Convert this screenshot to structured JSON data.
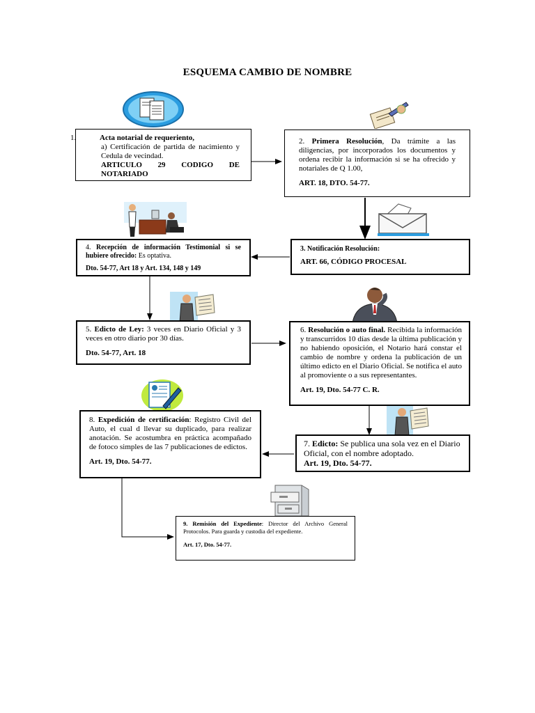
{
  "title": "ESQUEMA CAMBIO DE NOMBRE",
  "steps": {
    "s1": {
      "num": "1.",
      "lead": "Acta notarial de requeriento,",
      "body": "a) Certificación de partida de nacimiento y Cedula de vecindad.",
      "ref": "ARTICULO 29 CODIGO DE NOTARIADO"
    },
    "s2": {
      "num": "2.",
      "lead": "Primera Resolución",
      "body": ", Da trámite a las diligencias, por incorporados los documentos y ordena recibir la información si se ha ofrecido y notariales de Q 1.00,",
      "ref": "ART. 18, DTO. 54-77."
    },
    "s3": {
      "lead": "3. Notificación Resolución:",
      "ref": "ART. 66, CÓDIGO PROCESAL"
    },
    "s4": {
      "num": "4.",
      "lead": "Recepción de información Testimonial si se hubiere ofrecido:",
      "body": " Es optativa.",
      "ref": "Dto. 54-77, Art 18 y Art. 134, 148 y 149"
    },
    "s5": {
      "num": "5.",
      "lead": "Edicto de Ley:",
      "body": " 3 veces en Diario Oficial y 3 veces en otro diario por 30 días.",
      "ref": "Dto. 54-77, Art. 18"
    },
    "s6": {
      "num": "6.",
      "lead": "Resolución o auto final.",
      "body": " Recibida la información y transcurridos 10 días desde la última publicación y no habiendo oposición, el Notario hará constar el cambio de nombre y ordena la publicación de un último edicto en el Diario Oficial. Se notifica el auto al promoviente o a sus representantes.",
      "ref": "Art. 19, Dto. 54-77 C. R."
    },
    "s7": {
      "num": "7.",
      "lead": "Edicto:",
      "body": " Se publica una sola vez en el Diario Oficial, con el nombre adoptado.",
      "ref": "Art. 19, Dto. 54-77."
    },
    "s8": {
      "num": "8.",
      "lead": "Expedición de certificación",
      "body": ": Registro Civil del Auto, el cual d llevar su duplicado, para realizar anotación. Se acostumbra en práctica acompañado de fotoco simples de las 7 publicaciones de edictos.",
      "ref": "Art. 19, Dto. 54-77."
    },
    "s9": {
      "num": "9.",
      "lead": "Remisión del Expediente",
      "body": ": Director del Archivo General Protocolos. Para guarda y custodia del expediente.",
      "ref": "Art. 17, Dto. 54-77."
    }
  },
  "colors": {
    "line": "#000000",
    "accent_blue": "#1e88e5",
    "accent_green": "#9acd32"
  }
}
